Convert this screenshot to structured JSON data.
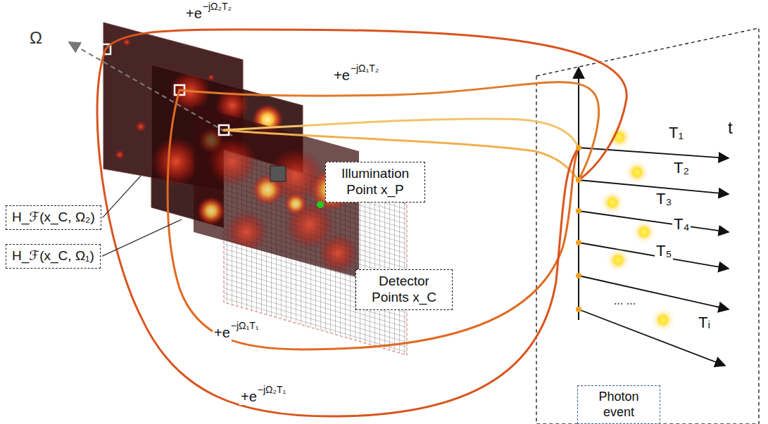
{
  "diagram": {
    "nodes": [
      {
        "text": [
          "Illumination Point x_P"
        ]
      },
      {
        "text": [
          "Detector Points x_C"
        ]
      },
      {
        "text": [
          "H_ℱ(x_C, Ω₂)"
        ]
      },
      {
        "text": [
          "H_ℱ(x_C, Ω₁)"
        ]
      },
      {
        "text": [
          "Photon event"
        ]
      }
    ],
    "labels": [
      "Ω",
      "+e",
      "−jΩ₂T₂",
      "+e",
      "−jΩ₁T₂",
      "+e",
      "−jΩ₁T₁",
      "+e",
      "−jΩ₂T₁",
      "T₁",
      "t",
      "T₂",
      "T₃",
      "T₄",
      "T₅",
      "... ...",
      "Tᵢ"
    ]
  }
}
